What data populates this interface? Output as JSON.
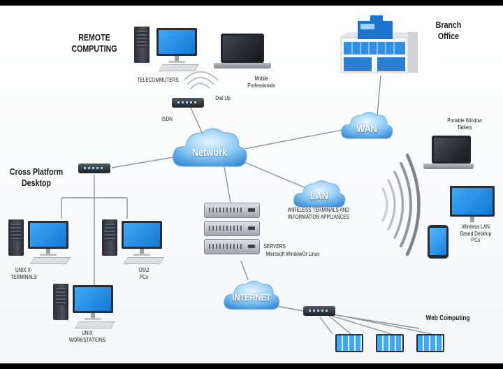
{
  "labels": {
    "remote_computing": "REMOTE\nCOMPUTING",
    "telecommuters": "TELECOMMUTERS",
    "mobile_professionals": "Mobile\nProfessionals",
    "dial_up": "Dial Up",
    "isdn": "ISDN",
    "branch_office": "Branch\nOffice",
    "portable_window_tablets": "Portable Window\nTablets",
    "cross_platform_desktop": "Cross Platform\nDesktop",
    "unix_x_terminals": "UNIX X-\nTERMINALS",
    "os2_pcs": "OS\\2\nPCs",
    "unix_workstations": "UNIX\nWORKSTATIONS",
    "wireless_terminals": "WIRELESS TERMINALS AND\nINFORMATION APPLIANCES",
    "servers": "SERVERS",
    "servers_sub": "Microsoft WindowOr Linux",
    "wireless_lan_pcs": "Wireless LAN\nBased Desktop\nPCs",
    "web_computing": "Web Computing"
  },
  "clouds": {
    "network": "Network",
    "wan": "WAN",
    "lan": "LAN",
    "internet": "INTERNET"
  },
  "colors": {
    "cloud_light": "#d9efff",
    "cloud_dark": "#4d9fe0",
    "screen_blue": "#1f8ceb",
    "link_gray": "#8c939b"
  },
  "icons": {
    "desktop": "desktop-computer-icon",
    "laptop": "laptop-icon",
    "router": "router-icon",
    "server": "server-rack-icon",
    "building": "office-building-icon",
    "tablet": "tablet-icon",
    "wifi": "wifi-signal-icon"
  }
}
